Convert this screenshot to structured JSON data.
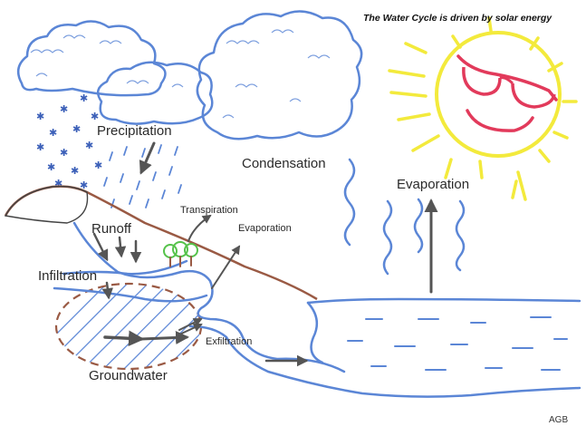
{
  "caption": "The Water Cycle is driven by solar energy",
  "labels": {
    "precipitation": "Precipitation",
    "condensation": "Condensation",
    "evaporation_sea": "Evaporation",
    "evaporation_land": "Evaporation",
    "transpiration": "Transpiration",
    "runoff": "Runoff",
    "infiltration": "Infiltration",
    "groundwater": "Groundwater",
    "exfiltration": "Exfiltration"
  },
  "signature": "AGB",
  "colors": {
    "sky_blue": "#5b86d6",
    "sun_yellow": "#f3ea3c",
    "sunglasses_red": "#e23a5b",
    "arrow_gray": "#555555",
    "earth_brown": "#9a5a44",
    "tree_green": "#55c24a"
  },
  "icons": [
    "sun-icon",
    "cloud-icon",
    "snowflake-icon",
    "rain-icon",
    "tree-icon",
    "arrow-icon"
  ]
}
